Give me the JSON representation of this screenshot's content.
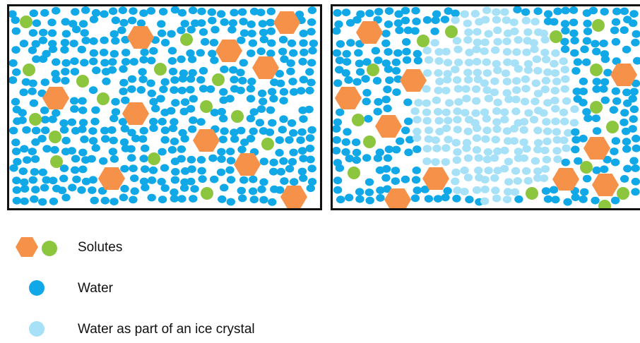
{
  "colors": {
    "water": "#10a8e6",
    "ice": "#a6e1f7",
    "solute_large": "#f6914a",
    "solute_small": "#8cc63e",
    "border": "#111111"
  },
  "panels": [
    {
      "state": "liquid",
      "ice_crystal": false
    },
    {
      "state": "partially-frozen",
      "ice_crystal": true
    }
  ],
  "legend": [
    {
      "icons": [
        "orange-hexagon",
        "green-circle"
      ],
      "label": "Solutes"
    },
    {
      "icons": [
        "blue-circle"
      ],
      "label": "Water"
    },
    {
      "icons": [
        "light-blue-circle"
      ],
      "label": "Water as part of an ice crystal"
    }
  ]
}
